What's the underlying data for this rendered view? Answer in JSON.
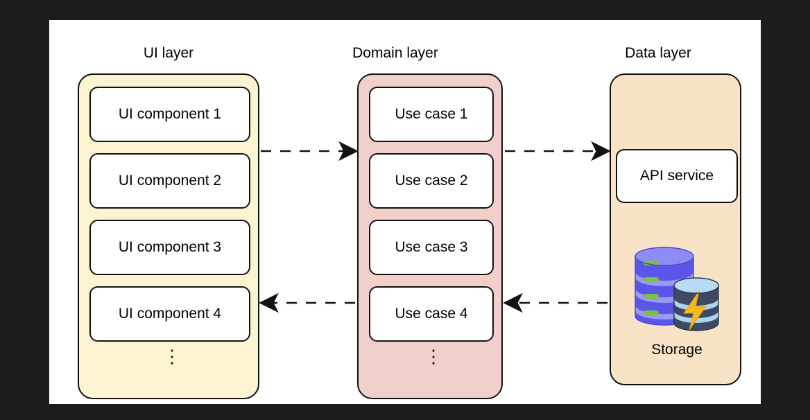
{
  "canvas": {
    "background_color": "#ffffff",
    "page_background_color": "#1c1c1c"
  },
  "diagram": {
    "type": "layered-architecture",
    "title": "",
    "layers": [
      {
        "id": "ui-layer",
        "title": "UI layer",
        "fill_color": "#fcf3d1",
        "items": [
          {
            "label": "UI component 1"
          },
          {
            "label": "UI component 2"
          },
          {
            "label": "UI component 3"
          },
          {
            "label": "UI component 4"
          }
        ],
        "continuation": "⋮"
      },
      {
        "id": "domain-layer",
        "title": "Domain layer",
        "fill_color": "#f1cfcb",
        "items": [
          {
            "label": "Use case 1"
          },
          {
            "label": "Use case 2"
          },
          {
            "label": "Use case 3"
          },
          {
            "label": "Use case 4"
          }
        ],
        "continuation": "⋮"
      },
      {
        "id": "data-layer",
        "title": "Data layer",
        "fill_color": "#f8e3c6",
        "items": [
          {
            "label": "API service"
          }
        ],
        "storage": {
          "label": "Storage",
          "icon": "database-storage-icon",
          "colors": {
            "stack_body": "#5b55e8",
            "stack_top": "#8e8bf5",
            "stack_band": "#a7a4f7",
            "led": "#7bc243",
            "cache_body": "#3c4a63",
            "cache_top": "#b8dcf5",
            "cache_band": "#aed4ef",
            "bolt": "#f5b81f"
          }
        }
      }
    ],
    "connections": [
      {
        "id": "ui-to-domain",
        "from": "ui-layer",
        "to": "domain-layer",
        "direction": "right",
        "style": "dashed"
      },
      {
        "id": "domain-to-data",
        "from": "domain-layer",
        "to": "data-layer",
        "direction": "right",
        "style": "dashed"
      },
      {
        "id": "domain-to-ui",
        "from": "domain-layer",
        "to": "ui-layer",
        "direction": "left",
        "style": "dashed"
      },
      {
        "id": "data-to-domain",
        "from": "data-layer",
        "to": "domain-layer",
        "direction": "left",
        "style": "dashed"
      }
    ]
  }
}
